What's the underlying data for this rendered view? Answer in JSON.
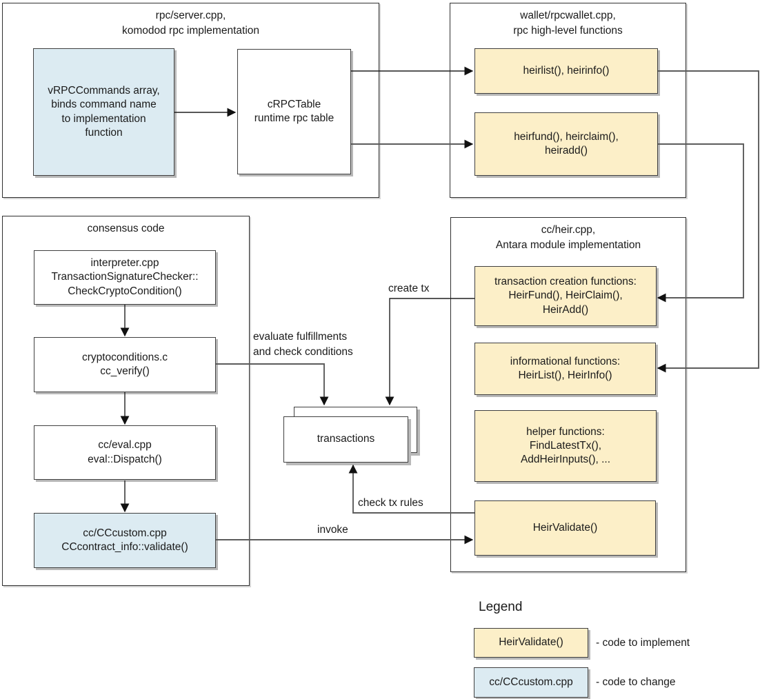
{
  "groups": {
    "rpc_server": {
      "title": "rpc/server.cpp,\nkomodod rpc implementation"
    },
    "wallet": {
      "title": "wallet/rpcwallet.cpp,\nrpc high-level functions"
    },
    "consensus": {
      "title": "consensus code"
    },
    "heir": {
      "title": "cc/heir.cpp,\nAntara module implementation"
    }
  },
  "nodes": {
    "vrpc_commands": {
      "label": "vRPCCommands array,\nbinds command name\nto implementation\nfunction",
      "kind": "code to change"
    },
    "crpc_table": {
      "label": "cRPCTable\nruntime rpc table",
      "kind": "plain"
    },
    "heirlist_rpc": {
      "label": "heirlist(), heirinfo()",
      "kind": "code to implement"
    },
    "heirfund_rpc": {
      "label": "heirfund(), heirclaim(),\nheiradd()",
      "kind": "code to implement"
    },
    "interpreter": {
      "label": "interpreter.cpp\nTransactionSignatureChecker::\nCheckCryptoCondition()",
      "kind": "plain"
    },
    "cryptoconditions": {
      "label": "cryptoconditions.c\ncc_verify()",
      "kind": "plain"
    },
    "cc_eval": {
      "label": "cc/eval.cpp\neval::Dispatch()",
      "kind": "plain"
    },
    "cc_custom": {
      "label": "cc/CCcustom.cpp\nCCcontract_info::validate()",
      "kind": "code to change"
    },
    "tx_creation": {
      "label": "transaction creation functions:\nHeirFund(), HeirClaim(),\nHeirAdd()",
      "kind": "code to implement"
    },
    "informational": {
      "label": "informational functions:\nHeirList(), HeirInfo()",
      "kind": "code to implement"
    },
    "helper": {
      "label": "helper functions:\nFindLatestTx(),\nAddHeirInputs(), ...",
      "kind": "code to implement"
    },
    "heir_validate": {
      "label": "HeirValidate()",
      "kind": "code to implement"
    },
    "transactions": {
      "label": "transactions",
      "kind": "plain"
    }
  },
  "edge_labels": {
    "create_tx": "create tx",
    "evaluate": "evaluate fulfillments\nand check conditions",
    "check_rules": "check tx rules",
    "invoke": "invoke"
  },
  "legend": {
    "title": "Legend",
    "items": [
      {
        "swatch": "HeirValidate()",
        "kind": "implement",
        "label": "- code to implement"
      },
      {
        "swatch": "cc/CCcustom.cpp",
        "kind": "change",
        "label": "- code to change"
      }
    ]
  },
  "colors": {
    "implement_fill": "#FCEFC8",
    "change_fill": "#DCEBF2",
    "plain_fill": "#FFFFFF",
    "node_border": "#3F3F3F",
    "group_border": "#2E2E2E",
    "connector_black": "#1F1F1F",
    "connector_gray": "#5B5B5B",
    "arrow_fill": "#111111",
    "shadow": "#B8B8B8"
  }
}
